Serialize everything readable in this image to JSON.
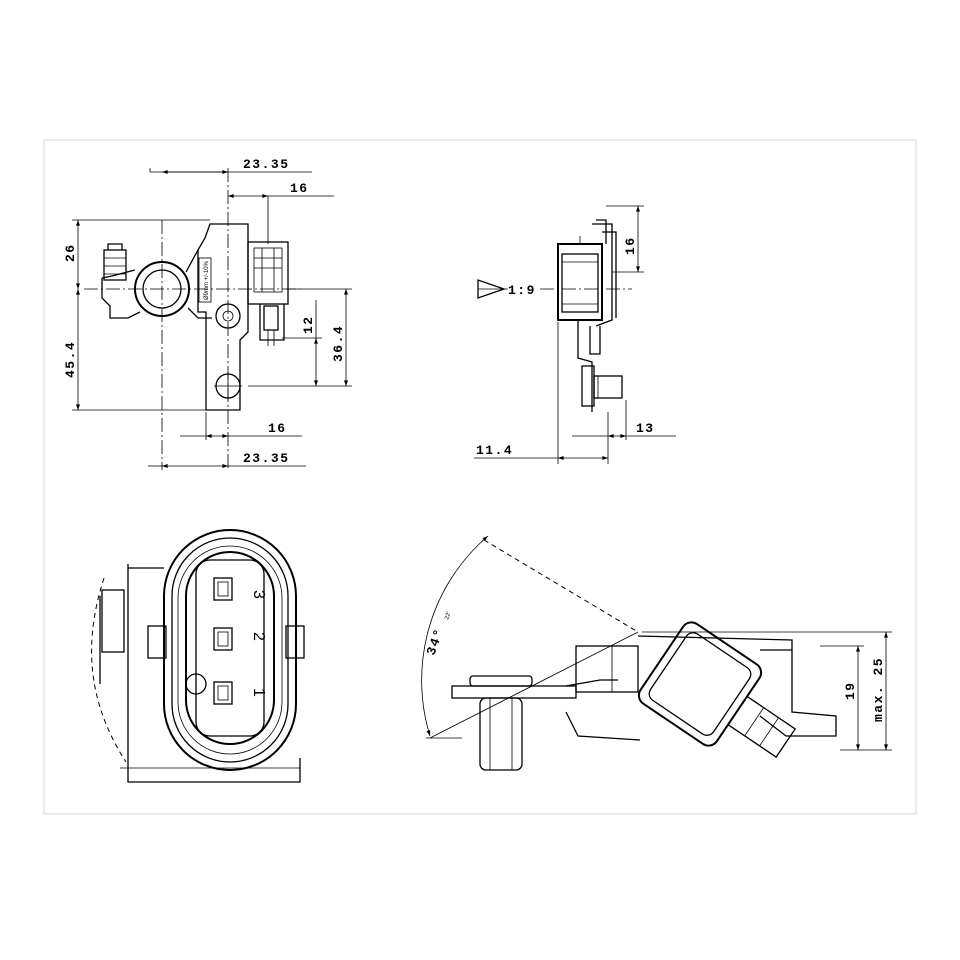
{
  "views": {
    "front": {
      "dims": {
        "top_width": "23.35",
        "top_offset": "16",
        "height_upper": "26",
        "height_total": "45.4",
        "height_hole": "12",
        "height_right": "36.4",
        "bottom_offset": "16",
        "bottom_width": "23.35"
      },
      "stamp": "Ø9mm +/-10%"
    },
    "side": {
      "dims": {
        "depth_top": "16",
        "offset_left": "11.4",
        "offset_right": "13"
      },
      "scale": "1:9"
    },
    "connector": {
      "pins": [
        "3",
        "2",
        "1"
      ]
    },
    "angled": {
      "dims": {
        "angle": "34°",
        "angle_minutes": "22'",
        "height": "19",
        "height_max": "max. 25"
      }
    }
  }
}
